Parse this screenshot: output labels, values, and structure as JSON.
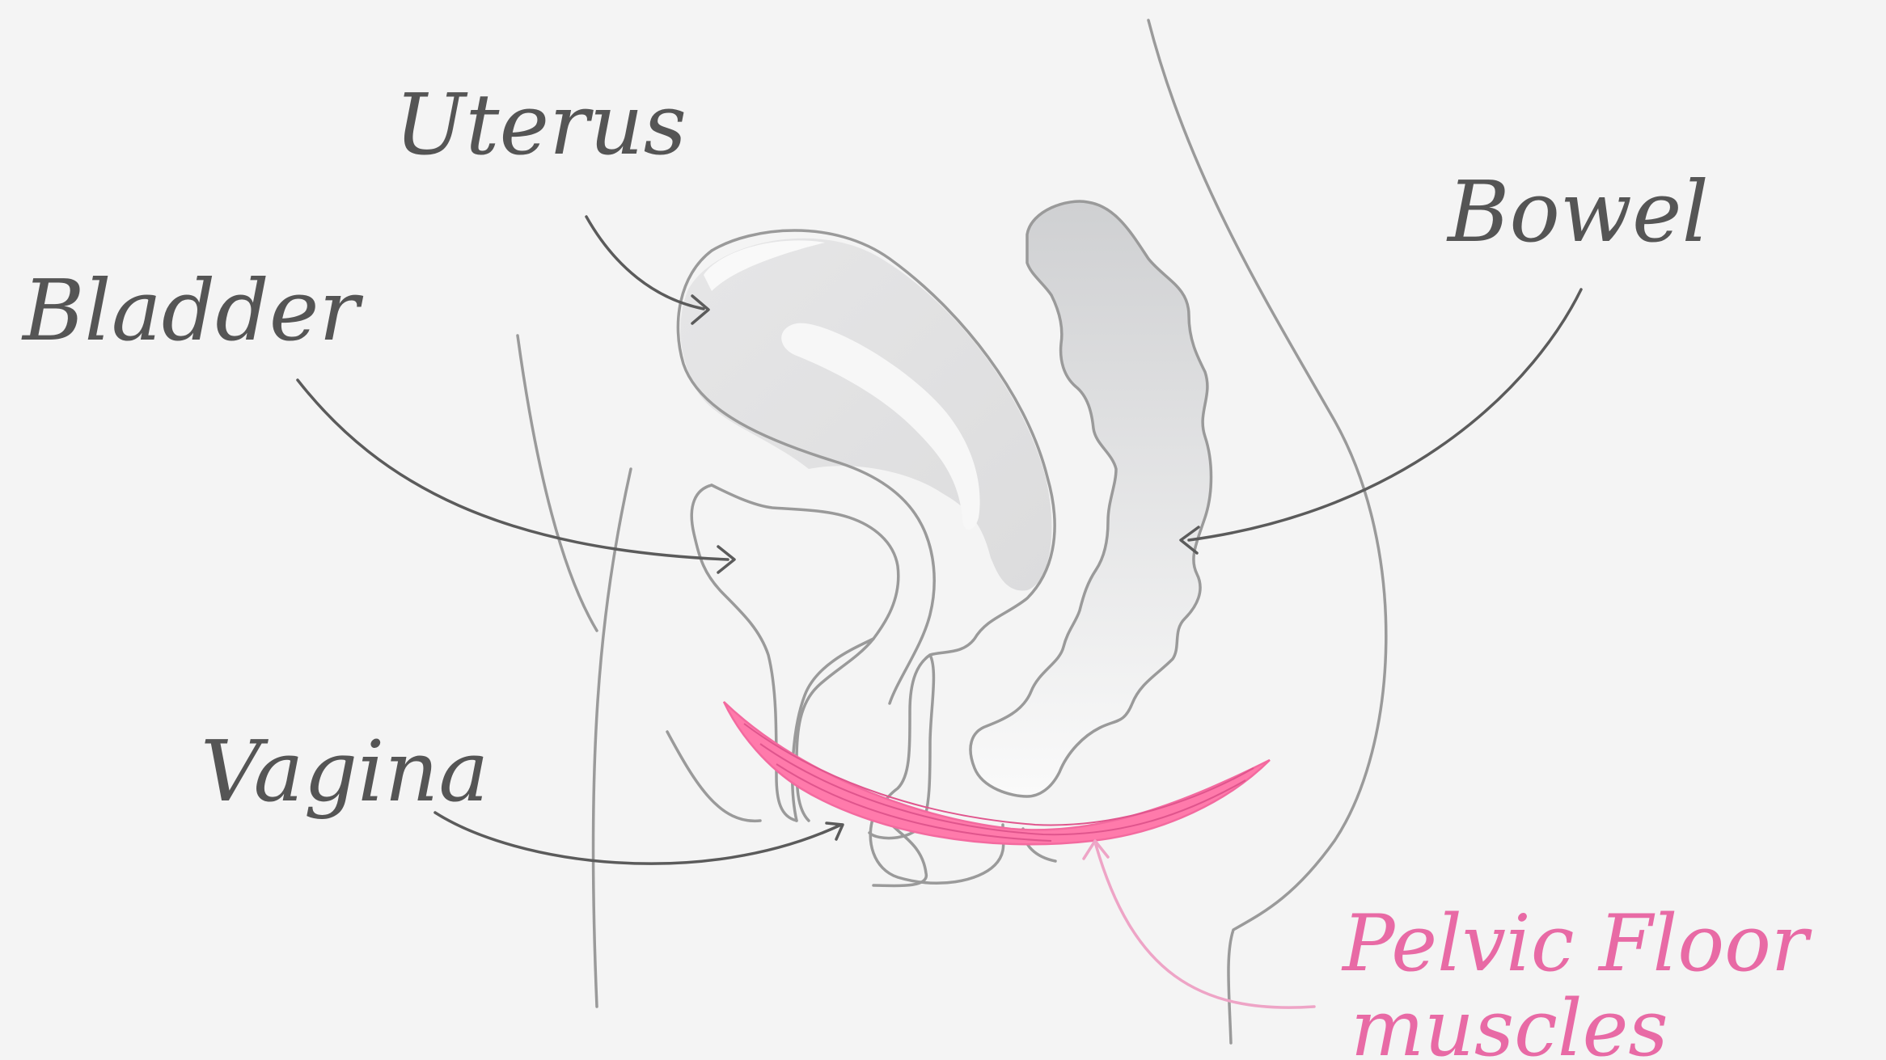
{
  "diagram": {
    "title": "",
    "labels": {
      "uterus": "Uterus",
      "bladder": "Bladder",
      "bowel": "Bowel",
      "vagina": "Vagina",
      "pelvic_floor_line1": "Pelvic Floor",
      "pelvic_floor_line2": "muscles"
    },
    "colors": {
      "background": "#f4f4f4",
      "outline": "#9a9a9a",
      "organ_fill": "#e2e2e3",
      "arrow": "#5b5b5b",
      "muscle": "#ff7aab",
      "muscle_label": "#e86aa5",
      "muscle_arrow": "#eea4c6"
    }
  }
}
